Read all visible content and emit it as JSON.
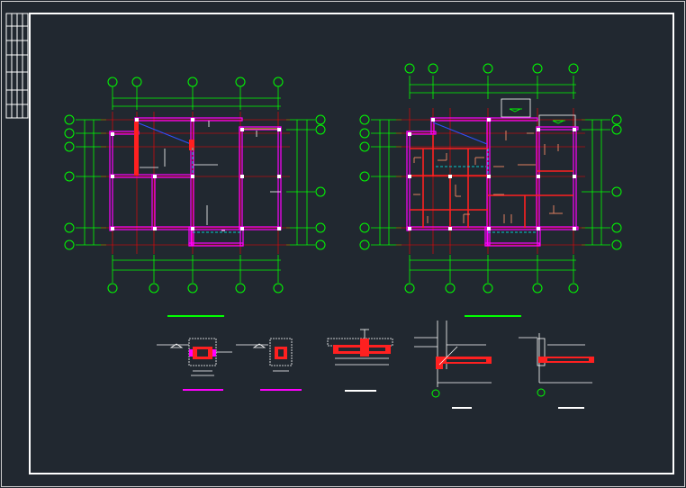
{
  "drawing": {
    "background": "#212830",
    "colors": {
      "frame": "#ffffff",
      "axis_green": "#00ff00",
      "grid_red": "#ff0000",
      "wall_magenta": "#ff00ff",
      "beam_red": "#ff2020",
      "hidden_cyan": "#00ffff",
      "rebar_orange": "#e08060",
      "diag_blue": "#3050ff",
      "text_white": "#ffffff"
    },
    "title_block": {
      "rows": 6,
      "cols": 4
    },
    "plans": [
      {
        "name": "left-plan",
        "grid_x_count": 5,
        "grid_y_count": 6
      },
      {
        "name": "right-plan",
        "grid_x_count": 5,
        "grid_y_count": 6
      }
    ],
    "detail_sections": 5
  }
}
